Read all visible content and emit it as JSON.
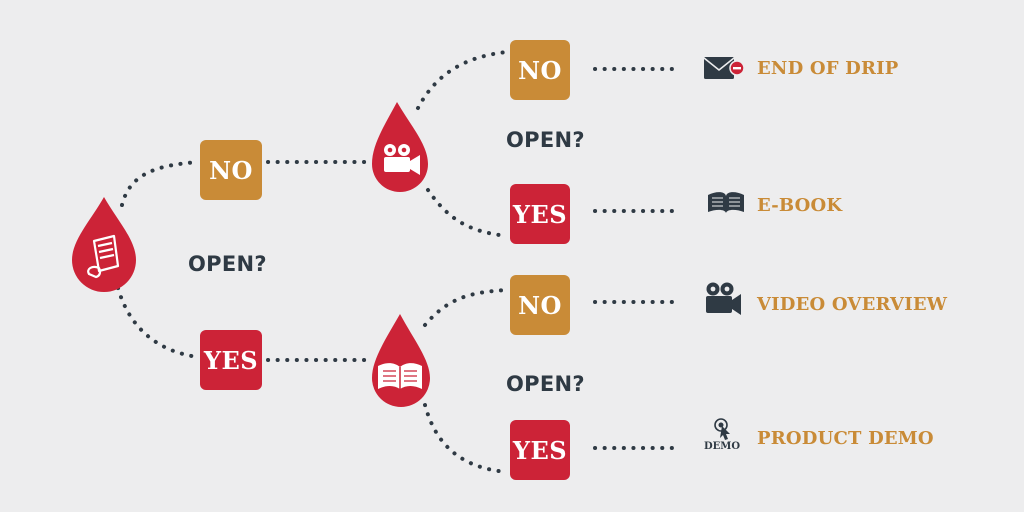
{
  "colors": {
    "background": "#ededee",
    "drop_red": "#cc2337",
    "no_gold": "#c98b37",
    "yes_red": "#cc2337",
    "text_dark": "#2f3a44",
    "dots": "#2f3a44"
  },
  "root": {
    "question": "OPEN?",
    "icon": "scroll-letter-icon"
  },
  "branch_no": {
    "label": "NO",
    "drop_icon": "video-camera-icon",
    "question": "OPEN?",
    "no": {
      "label": "NO",
      "outcome": "END OF DRIP",
      "icon": "envelope-minus-icon"
    },
    "yes": {
      "label": "YES",
      "outcome": "E-BOOK",
      "icon": "open-book-icon"
    }
  },
  "branch_yes": {
    "label": "YES",
    "drop_icon": "open-book-icon",
    "question": "OPEN?",
    "no": {
      "label": "NO",
      "outcome": "VIDEO OVERVIEW",
      "icon": "video-camera-icon"
    },
    "yes": {
      "label": "YES",
      "outcome": "PRODUCT DEMO",
      "icon": "demo-click-icon",
      "icon_text": "DEMO"
    }
  }
}
